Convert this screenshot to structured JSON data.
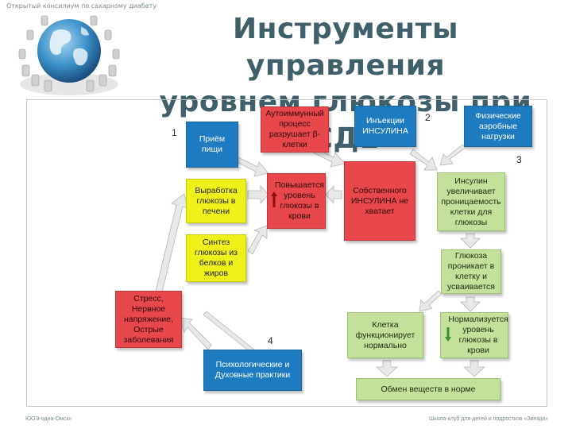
{
  "header": {
    "top_note": "Открытый консилиум по сахарному диабету",
    "title_line1": "Инструменты управления",
    "title_line2": "уровнем глюкозы при СД1"
  },
  "diagram": {
    "numbers": [
      "1",
      "2",
      "3",
      "4"
    ],
    "boxes": {
      "food": "Приём пищи",
      "autoimmune": "Аутоиммунный процесс разрушает β-клетки",
      "injection": "Инъекции ИНСУЛИНА",
      "physical": "Физические аэробные нагрузки",
      "glucose_liver": "Выработка глюкозы в печени",
      "glucose_rise": "Повышается уровень глюкозы в крови",
      "insulin_lack": "Собственного ИНСУЛИНА не хватает",
      "insulin_perm": "Инсулин увеличивает проницаемость клетки для глюкозы",
      "synthesis": "Синтез глюкозы из белков и жиров",
      "glucose_enters": "Глюкоза проникает в клетку и усваивается",
      "stress": "Стресс, Нервное напряжение, Острые заболевания",
      "cell_normal": "Клетка функционирует нормально",
      "normalized": "Нормализуется уровень глюкозы в крови",
      "psych": "Психологические и Духовные практики",
      "metabolism": "Обмен веществ в норме"
    },
    "colors": {
      "blue": "#1f7bbf",
      "red": "#e8474c",
      "yellow": "#eef21a",
      "green": "#c3e19a",
      "arrow": "#e3e3e3"
    }
  },
  "footer": {
    "left": "ЮОЭ-одна-Омск»",
    "right": "Школа-клуб для детей и подростков «Звезда»"
  }
}
